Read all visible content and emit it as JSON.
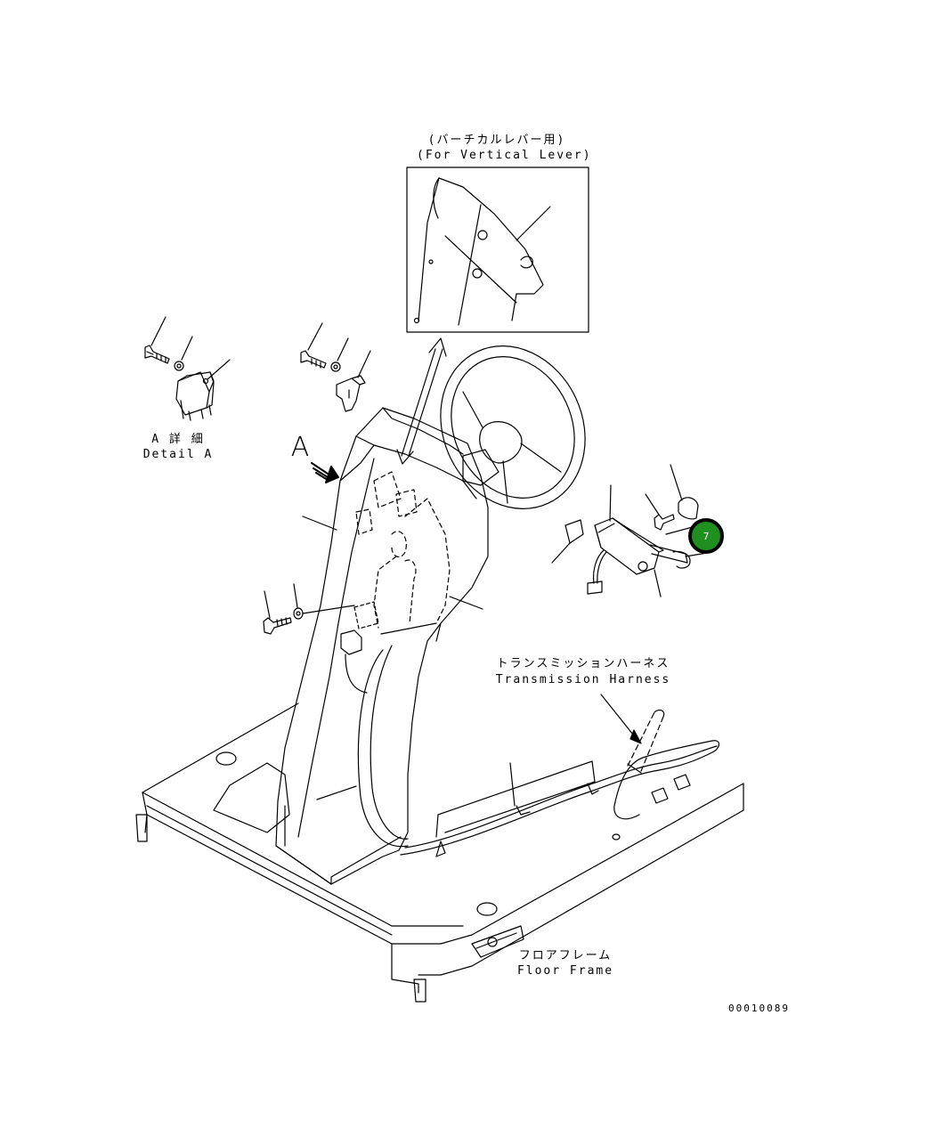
{
  "colors": {
    "line": "#000000",
    "callout_fill": "#1f8f1f",
    "background": "#ffffff"
  },
  "labels": {
    "vertical_lever_jp": "(バーチカルレバー用)",
    "vertical_lever_en": "(For Vertical Lever)",
    "detail_a_jp": "A 詳 細",
    "detail_a_en": "Detail A",
    "view_a": "A",
    "transmission_harness_jp": "トランスミッションハーネス",
    "transmission_harness_en": "Transmission Harness",
    "floor_frame_jp": "フロアフレーム",
    "floor_frame_en": "Floor Frame",
    "drawing_number": "00010089"
  },
  "callouts": [
    {
      "number": "7"
    }
  ]
}
